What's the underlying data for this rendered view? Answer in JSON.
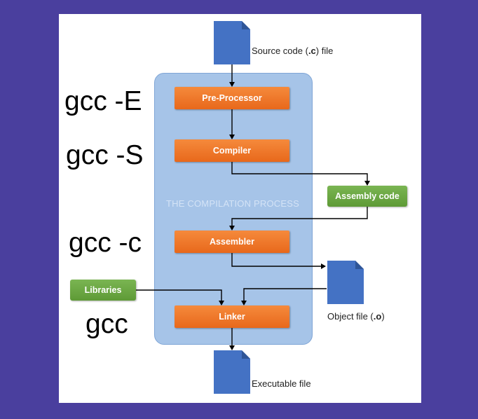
{
  "commands": {
    "preprocess": "gcc -E",
    "compile": "gcc -S",
    "assemble": "gcc -c",
    "link": "gcc"
  },
  "process_label": "THE COMPILATION PROCESS",
  "steps": {
    "preprocessor": "Pre-Processor",
    "compiler": "Compiler",
    "assembler": "Assembler",
    "linker": "Linker"
  },
  "outputs": {
    "assembly_code": "Assembly code",
    "libraries": "Libraries"
  },
  "files": {
    "source_prefix": "Source code (",
    "source_ext": ".c",
    "source_suffix": ") file",
    "object_prefix": "Object file (",
    "object_ext": ".o",
    "object_suffix": ")",
    "executable": "Executable file"
  },
  "colors": {
    "background": "#4a3f9e",
    "panel": "#a6c4e8",
    "step": "#ee7a2c",
    "green": "#6aa842",
    "file": "#4472c4"
  }
}
